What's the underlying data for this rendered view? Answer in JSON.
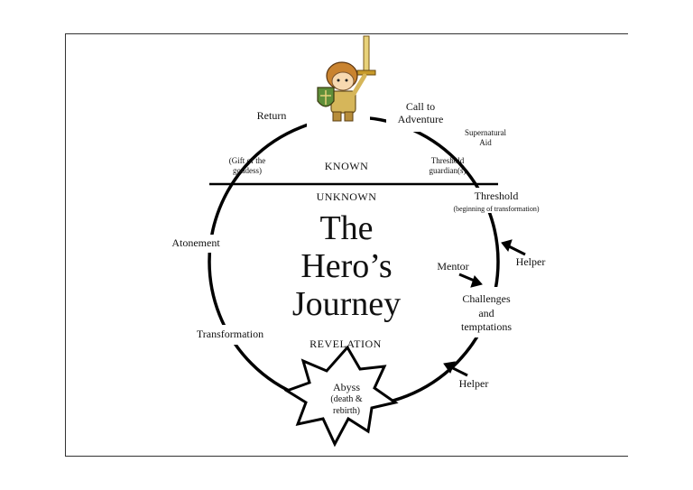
{
  "title_lines": [
    "The",
    "Hero’s",
    "Journey"
  ],
  "zones": {
    "known": "KNOWN",
    "unknown": "UNKNOWN",
    "revelation": "REVELATION"
  },
  "stages": {
    "call_to_adventure": [
      "Call to",
      "Adventure"
    ],
    "supernatural_aid": [
      "Supernatural",
      "Aid"
    ],
    "threshold_guardians": [
      "Threshold",
      "guardian(s)"
    ],
    "threshold": "Threshold",
    "threshold_note": "(beginning of transformation)",
    "challenges": [
      "Challenges",
      "and",
      "temptations"
    ],
    "abyss": [
      "Abyss",
      "(death &",
      "rebirth)"
    ],
    "transformation": "Transformation",
    "atonement": "Atonement",
    "gift": [
      "(Gift of the",
      "goddess)"
    ],
    "return": "Return"
  },
  "helpers": {
    "mentor": "Mentor",
    "helper_upper": "Helper",
    "helper_lower": "Helper"
  },
  "icons": [
    "hero-knight-icon",
    "abyss-star-icon",
    "arrow-icon"
  ]
}
